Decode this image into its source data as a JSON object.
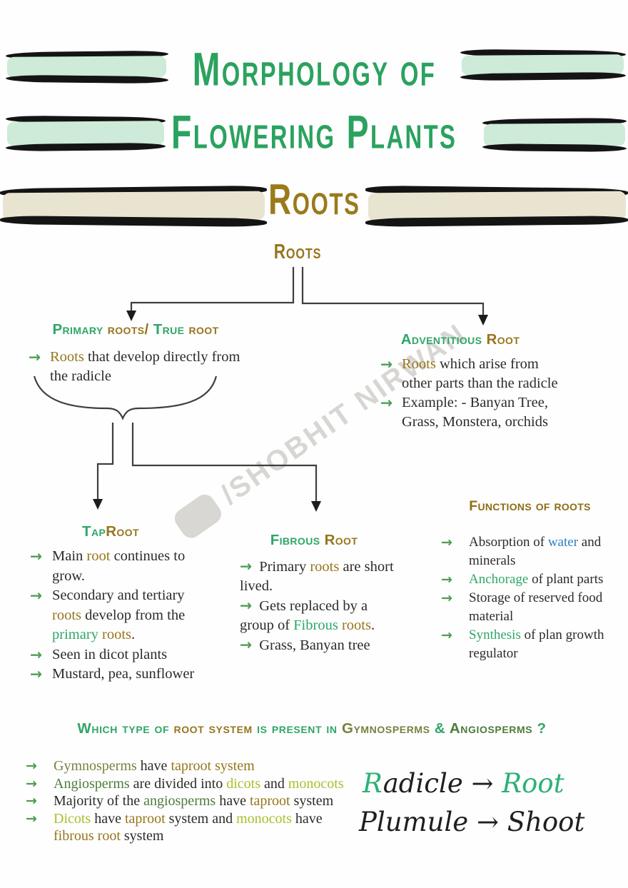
{
  "ui": {
    "arrow": "→"
  },
  "colors": {
    "title_green": "#2ba25f",
    "gold": "#96751c",
    "mint_highlight": "#cdebd8",
    "beige_highlight": "#e9e4d0",
    "arrow_green": "#4e9e52",
    "water_blue": "#2e7fc1",
    "olive_green": "#77813f",
    "dark_green": "#4c7c3a",
    "yellow_green": "#aabf2c",
    "line_gray": "#3e3e3e",
    "watermark_gray": "#d8d6d2"
  },
  "title": {
    "line1": "Morphology of",
    "line2": "Flowering Plants"
  },
  "section_heading": "Roots",
  "watermark": {
    "text": "/SHOBHIT NIRWAN"
  },
  "tree": {
    "root_label": "Roots",
    "primary": {
      "heading_segments": [
        {
          "t": "Primary ",
          "c": "green"
        },
        {
          "t": "roots/ ",
          "c": "gold"
        },
        {
          "t": "True ",
          "c": "green"
        },
        {
          "t": "root",
          "c": "gold"
        }
      ],
      "bullets": [
        {
          "segments": [
            {
              "t": "Roots",
              "c": "gold"
            },
            {
              "t": " that develop directly from the radicle",
              "c": ""
            }
          ]
        }
      ]
    },
    "adventitious": {
      "heading_segments": [
        {
          "t": "Adventitious ",
          "c": "green"
        },
        {
          "t": "Root",
          "c": "gold"
        }
      ],
      "bullets": [
        {
          "segments": [
            {
              "t": "Roots",
              "c": "gold"
            },
            {
              "t": " which arise from other parts than the radicle",
              "c": ""
            }
          ]
        },
        {
          "segments": [
            {
              "t": "Example: - Banyan Tree, Grass, Monstera, orchids",
              "c": ""
            }
          ]
        }
      ]
    },
    "taproot": {
      "heading_segments": [
        {
          "t": "Tap",
          "c": "green"
        },
        {
          "t": "Root",
          "c": "gold"
        }
      ],
      "bullets": [
        {
          "segments": [
            {
              "t": "Main ",
              "c": ""
            },
            {
              "t": "root",
              "c": "gold"
            },
            {
              "t": " continues to grow.",
              "c": ""
            }
          ]
        },
        {
          "segments": [
            {
              "t": "Secondary and tertiary ",
              "c": ""
            },
            {
              "t": "roots",
              "c": "gold"
            },
            {
              "t": " develop from the ",
              "c": ""
            },
            {
              "t": "primary",
              "c": "green"
            },
            {
              "t": " ",
              "c": ""
            },
            {
              "t": "roots",
              "c": "gold"
            },
            {
              "t": ".",
              "c": ""
            }
          ]
        },
        {
          "segments": [
            {
              "t": "Seen in dicot plants",
              "c": ""
            }
          ]
        },
        {
          "segments": [
            {
              "t": "Mustard, pea, sunflower",
              "c": ""
            }
          ]
        }
      ]
    },
    "fibrous": {
      "heading_segments": [
        {
          "t": "Fibrous ",
          "c": "green"
        },
        {
          "t": "Root",
          "c": "gold"
        }
      ],
      "bullets": [
        {
          "segments": [
            {
              "t": "Primary ",
              "c": ""
            },
            {
              "t": "roots",
              "c": "gold"
            },
            {
              "t": " are short lived.",
              "c": ""
            }
          ]
        },
        {
          "segments": [
            {
              "t": "Gets replaced by a group of ",
              "c": ""
            },
            {
              "t": "Fibrous",
              "c": "green"
            },
            {
              "t": " ",
              "c": ""
            },
            {
              "t": "roots",
              "c": "gold"
            },
            {
              "t": ".",
              "c": ""
            }
          ]
        },
        {
          "segments": [
            {
              "t": "Grass, Banyan tree",
              "c": ""
            }
          ]
        }
      ]
    }
  },
  "functions": {
    "heading": "Functions of roots",
    "bullets": [
      {
        "segments": [
          {
            "t": "Absorption of ",
            "c": ""
          },
          {
            "t": "water",
            "c": "blue"
          },
          {
            "t": " and minerals",
            "c": ""
          }
        ]
      },
      {
        "segments": [
          {
            "t": "Anchorage",
            "c": "green"
          },
          {
            "t": " of plant parts",
            "c": ""
          }
        ]
      },
      {
        "segments": [
          {
            "t": "Storage of reserved food material",
            "c": ""
          }
        ]
      },
      {
        "segments": [
          {
            "t": "Synthesis",
            "c": "green"
          },
          {
            "t": " of plan growth regulator",
            "c": ""
          }
        ]
      }
    ]
  },
  "question": {
    "segments": [
      {
        "t": "Which type of ",
        "c": "green"
      },
      {
        "t": "root system ",
        "c": "gold"
      },
      {
        "t": "is present in ",
        "c": "green"
      },
      {
        "t": "Gymnosperms ",
        "c": "olive"
      },
      {
        "t": "& ",
        "c": "green"
      },
      {
        "t": "Angiosperms ",
        "c": "dgreen"
      },
      {
        "t": "?",
        "c": "green"
      }
    ]
  },
  "answers": {
    "bullets": [
      {
        "segments": [
          {
            "t": "Gymnosperms",
            "c": "olive"
          },
          {
            "t": " have ",
            "c": ""
          },
          {
            "t": "taproot system",
            "c": "gold"
          }
        ]
      },
      {
        "segments": [
          {
            "t": "Angiosperms",
            "c": "dgreen"
          },
          {
            "t": " are divided into ",
            "c": ""
          },
          {
            "t": "dicots",
            "c": "ygreen"
          },
          {
            "t": " and ",
            "c": ""
          },
          {
            "t": "monocots",
            "c": "ygreen"
          }
        ]
      },
      {
        "segments": [
          {
            "t": "Majority of the ",
            "c": ""
          },
          {
            "t": "angiosperms",
            "c": "dgreen"
          },
          {
            "t": " have ",
            "c": ""
          },
          {
            "t": "taproot",
            "c": "gold"
          },
          {
            "t": " system",
            "c": ""
          }
        ]
      },
      {
        "segments": [
          {
            "t": "Dicots",
            "c": "ygreen"
          },
          {
            "t": " have ",
            "c": ""
          },
          {
            "t": "taproot",
            "c": "gold"
          },
          {
            "t": " system and ",
            "c": ""
          },
          {
            "t": "monocots",
            "c": "ygreen"
          },
          {
            "t": " have ",
            "c": ""
          },
          {
            "t": "fibrous root",
            "c": "gold"
          },
          {
            "t": " system",
            "c": ""
          }
        ]
      }
    ]
  },
  "handwritten": {
    "line1_segments": [
      {
        "t": "R",
        "c": "green"
      },
      {
        "t": "adicle ",
        "c": ""
      },
      {
        "t": "→ ",
        "c": ""
      },
      {
        "t": "Root",
        "c": "green"
      }
    ],
    "line2_segments": [
      {
        "t": "Plumule ",
        "c": ""
      },
      {
        "t": "→ ",
        "c": ""
      },
      {
        "t": "Shoot",
        "c": ""
      }
    ]
  }
}
